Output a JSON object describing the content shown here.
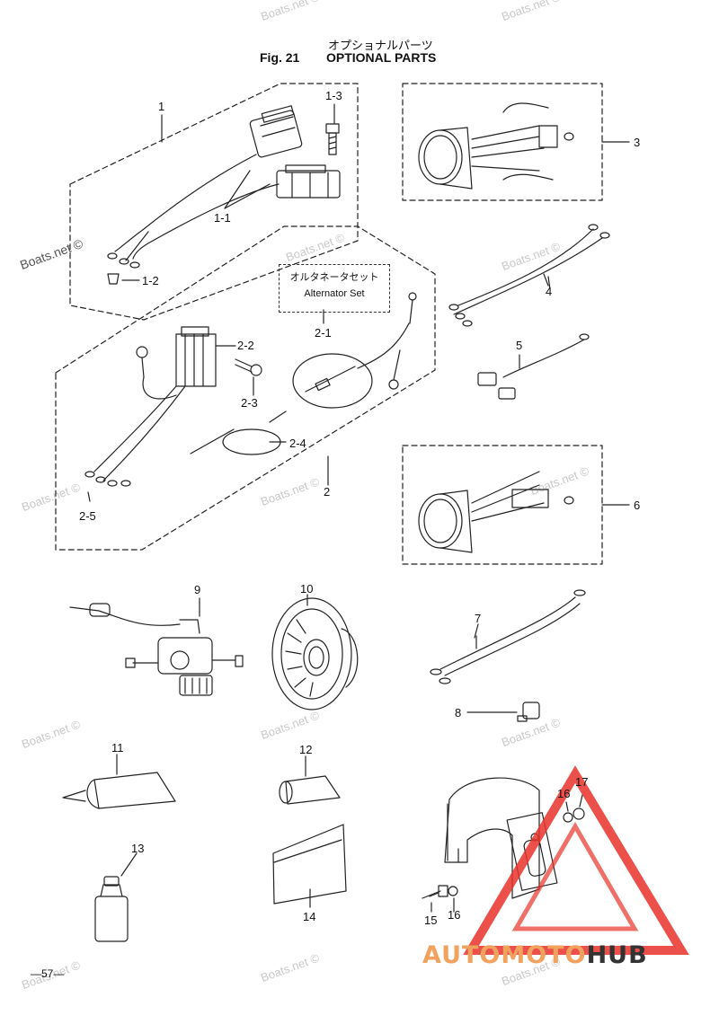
{
  "header": {
    "title_jp": "オプショナルパーツ",
    "fig": "Fig. 21",
    "title_en": "OPTIONAL PARTS"
  },
  "watermark": "Boats.net ©",
  "page_number": "—57—",
  "logo": {
    "part1": "AUTOMOTO",
    "part2": "HUB"
  },
  "alternator_label": {
    "jp": "オルタネータセット",
    "en": "Alternator Set"
  },
  "callouts": {
    "c1": "1",
    "c1_1": "1-1",
    "c1_2": "1-2",
    "c1_3": "1-3",
    "c2": "2",
    "c2_1": "2-1",
    "c2_2": "2-2",
    "c2_3": "2-3",
    "c2_4": "2-4",
    "c2_5": "2-5",
    "c3": "3",
    "c4": "4",
    "c5": "5",
    "c6": "6",
    "c7": "7",
    "c8": "8",
    "c9": "9",
    "c10": "10",
    "c11": "11",
    "c12": "12",
    "c13": "13",
    "c14": "14",
    "c15": "15",
    "c16a": "16",
    "c16b": "16",
    "c17": "17"
  },
  "colors": {
    "line": "#222222",
    "watermark": "#c8c8c8",
    "logo_accent": "#f1a25f",
    "logo_dark": "#333333",
    "triangle": "#e8322a"
  }
}
